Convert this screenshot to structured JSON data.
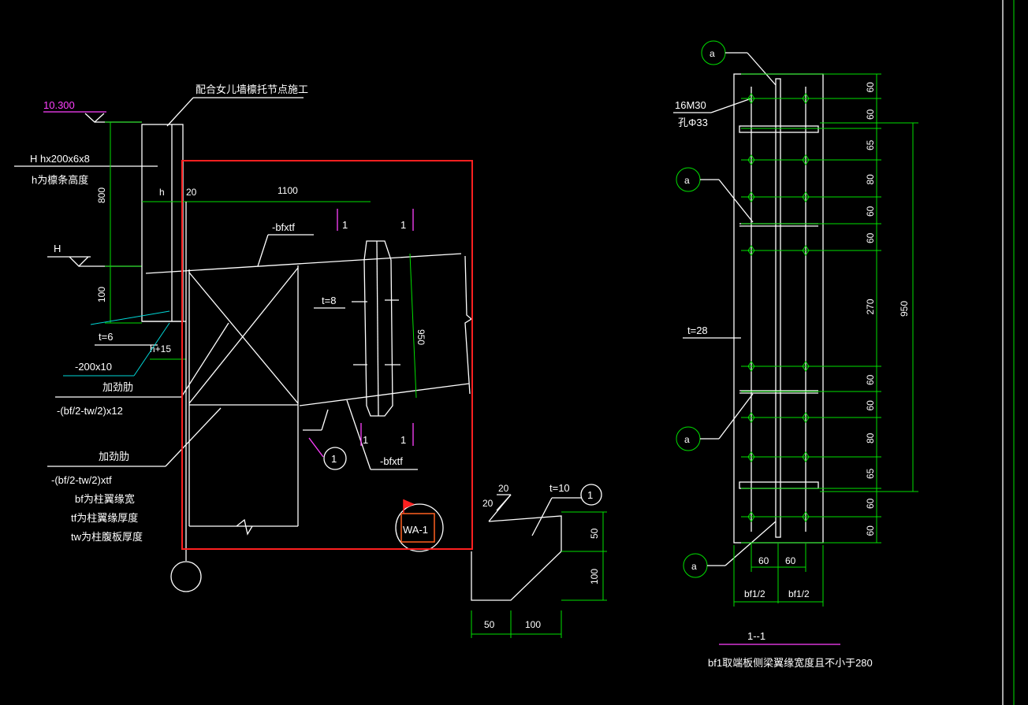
{
  "colors": {
    "background": "#000000",
    "line": "#ffffff",
    "dimension": "#00e000",
    "section_mark": "#ff40ff",
    "highlight": "#ff2020",
    "leader": "#00d8d8"
  },
  "left_view": {
    "note_parapet": "配合女儿墙檩托节点施工",
    "elevation_top": "10.300",
    "label_section": "H hx200x6x8",
    "label_h_note": "h为檩条高度",
    "label_H": "H",
    "dim_800": "800",
    "dim_100": "100",
    "label_h": "h",
    "dim_20": "20",
    "dim_1100": "1100",
    "label_t6": "t=6",
    "label_h15": "h+15",
    "label_plate": "-200x10",
    "label_stiffener1": "加劲肋",
    "label_stiffener1_size": "-(bf/2-tw/2)x12",
    "label_stiffener2": "加劲肋",
    "label_stiffener2_size": "-(bf/2-tw/2)xtf",
    "note_bf": "bf为柱翼缘宽",
    "note_tf": "tf为柱翼缘厚度",
    "note_tw": "tw为柱腹板厚度",
    "label_bfxtf_top": "-bfxtf",
    "label_bfxtf_bot": "-bfxtf",
    "label_t8": "t=8",
    "dim_950": "950",
    "section_1": "1",
    "circle_1": "1",
    "flag_label": "WA-1"
  },
  "detail_1": {
    "dim_20a": "20",
    "dim_20b": "20",
    "label_t10": "t=10",
    "circle_1": "1",
    "dim_50v": "50",
    "dim_100v": "100",
    "dim_50h": "50",
    "dim_100h": "100"
  },
  "section_view": {
    "bubble": "a",
    "bolts": "16M30",
    "hole": "孔Φ33",
    "label_t28": "t=28",
    "right_dims": [
      "60",
      "60",
      "65",
      "80",
      "60",
      "60",
      "270",
      "60",
      "60",
      "80",
      "65",
      "60",
      "60"
    ],
    "dim_950": "950",
    "dim_60a": "60",
    "dim_60b": "60",
    "dim_bf1a": "bf1/2",
    "dim_bf1b": "bf1/2",
    "title": "1--1",
    "note": "bf1取端板侧梁翼缘宽度且不小于280"
  }
}
